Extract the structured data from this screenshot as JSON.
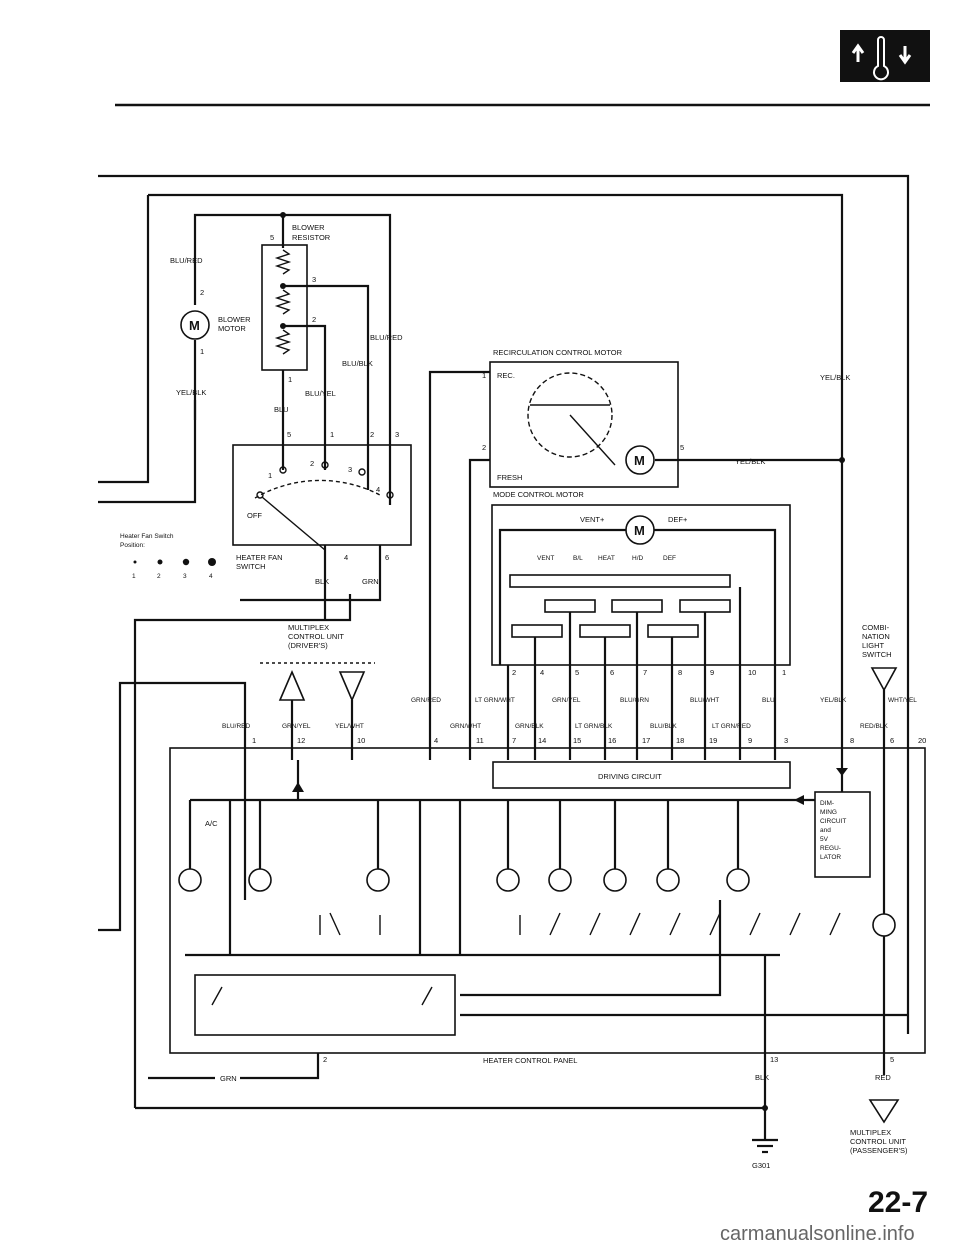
{
  "header": {
    "icon": "thermometer-up-down-icon",
    "page_number": "22-7"
  },
  "watermark": "carmanualsonline.info",
  "labels": {
    "blower_resistor": [
      "BLOWER",
      "RESISTOR"
    ],
    "blower_motor": [
      "BLOWER",
      "MOTOR"
    ],
    "blu_red_a": "BLU/RED",
    "blu_red_b": "BLU/RED",
    "blu_blk": "BLU/BLK",
    "blu_yel": "BLU/YEL",
    "blu": "BLU",
    "yel_blk_left": "YEL/BLK",
    "off": "OFF",
    "fan_switch_position": [
      "Heater Fan Switch",
      "Position:"
    ],
    "fan_positions": [
      "1",
      "2",
      "3",
      "4"
    ],
    "heater_fan_switch": [
      "HEATER FAN",
      "SWITCH"
    ],
    "blk": "BLK",
    "grn": "GRN",
    "recirc_motor": "RECIRCULATION CONTROL MOTOR",
    "rec": "REC.",
    "fresh": "FRESH",
    "yel_blk_right": "YEL/BLK",
    "yel_blk_mid": "YEL/BLK",
    "mode_motor": "MODE CONTROL MOTOR",
    "vent_plus": "VENT+",
    "def_plus": "DEF+",
    "modes": [
      "VENT",
      "B/L",
      "HEAT",
      "H/D",
      "DEF"
    ],
    "multiplex_driver": [
      "MULTIPLEX",
      "CONTROL UNIT",
      "(DRIVER'S)"
    ],
    "combination_switch": [
      "COMBI-",
      "NATION",
      "LIGHT",
      "SWITCH"
    ],
    "wire_row1": [
      "GRN/RED",
      "LT GRN/WHT",
      "GRN/YEL",
      "BLU/GRN",
      "BLU/WHT",
      "BLU",
      "YEL/BLK",
      "WHT/YEL"
    ],
    "wire_row2_left": [
      "BLU/RED",
      "GRN/YEL",
      "YEL/WHT"
    ],
    "wire_row2": [
      "GRN/WHT",
      "GRN/BLK",
      "LT GRN/BLK",
      "BLU/BLK",
      "LT GRN/RED",
      "RED/BLK"
    ],
    "mode_pins": [
      "2",
      "4",
      "5",
      "6",
      "7",
      "8",
      "9",
      "10",
      "1"
    ],
    "panel_pins": [
      "1",
      "12",
      "10",
      "4",
      "11",
      "7",
      "14",
      "15",
      "16",
      "17",
      "18",
      "19",
      "9",
      "3",
      "8",
      "6",
      "20"
    ],
    "driving_circuit": "DRIVING CIRCUIT",
    "ac": "A/C",
    "dimming": [
      "DIM-",
      "MING",
      "CIRCUIT",
      "and",
      "5V",
      "REGU-",
      "LATOR"
    ],
    "heater_panel": "HEATER CONTROL PANEL",
    "grn_bottom": "GRN",
    "blk_bottom": "BLK",
    "red_bottom": "RED",
    "bottom_pins": [
      "2",
      "13",
      "5"
    ],
    "multiplex_passenger": [
      "MULTIPLEX",
      "CONTROL UNIT",
      "(PASSENGER'S)"
    ],
    "ground": "G301"
  }
}
